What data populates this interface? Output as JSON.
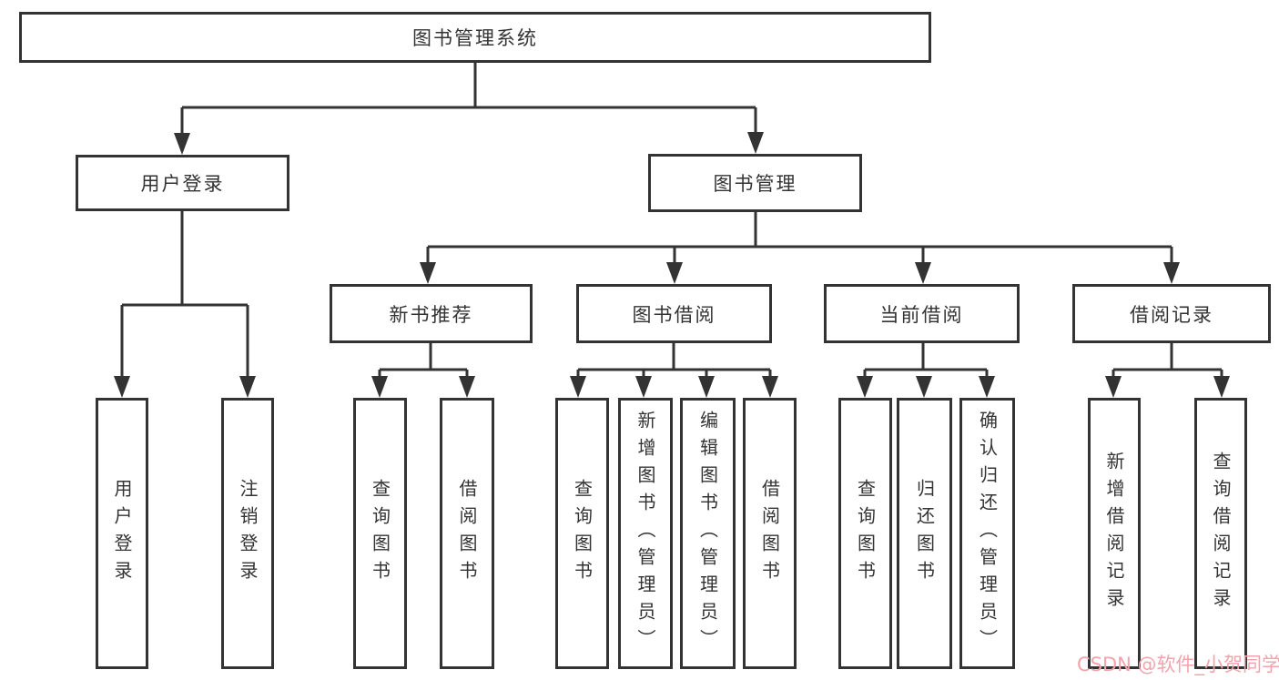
{
  "diagram": {
    "colors": {
      "line": "#333333",
      "text": "#333333",
      "background": "#ffffff",
      "watermark": "#f2a3ac"
    },
    "watermark": "CSDN @软件_小贺同学",
    "nodes": {
      "root": {
        "label": "图书管理系统"
      },
      "level2": [
        {
          "label": "用户登录"
        },
        {
          "label": "图书管理"
        }
      ],
      "level3": [
        {
          "label": "新书推荐"
        },
        {
          "label": "图书借阅"
        },
        {
          "label": "当前借阅"
        },
        {
          "label": "借阅记录"
        }
      ],
      "leaves": {
        "user_login": [
          "用户登录",
          "注销登录"
        ],
        "new_book": [
          "查询图书",
          "借阅图书"
        ],
        "book_borrow": [
          "查询图书",
          "新增图书（管理员）",
          "编辑图书（管理员）",
          "借阅图书"
        ],
        "current_borrow": [
          "查询图书",
          "归还图书",
          "确认归还（管理员）"
        ],
        "borrow_records": [
          "新增借阅记录",
          "查询借阅记录"
        ]
      }
    }
  }
}
